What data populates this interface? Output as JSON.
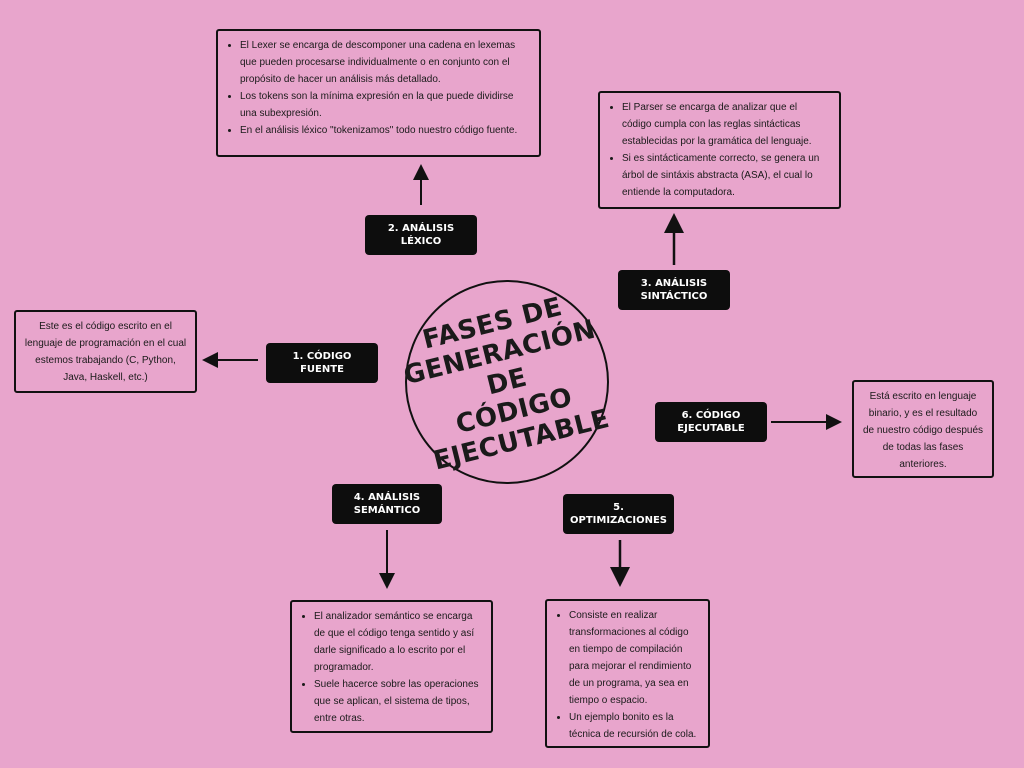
{
  "center": {
    "title": "FASES DE\nGENERACIÓN DE\nCÓDIGO\nEJECUTABLE"
  },
  "phases": {
    "codigo_fuente": {
      "label": "1. CÓDIGO  FUENTE",
      "text": "Este es el código escrito en el lenguaje de programación  en el cual estemos trabajando (C, Python, Java, Haskell, etc.)"
    },
    "analisis_lexico": {
      "label": "2. ANÁLISIS LÉXICO",
      "bullets": [
        "El Lexer se encarga de descomponer una cadena en lexemas que pueden procesarse individualmente o en conjunto con el propósito de hacer un análisis más detallado.",
        "Los tokens son la mínima expresión en la que puede  dividirse una subexpresión.",
        "En el análisis léxico \"tokenizamos\" todo nuestro código fuente."
      ]
    },
    "analisis_sintactico": {
      "label": "3. ANÁLISIS\nSINTÁCTICO",
      "bullets": [
        "El Parser se encarga de analizar que el código cumpla con las reglas sintácticas establecidas por la gramática del lenguaje.",
        "Si es sintácticamente correcto, se genera un árbol de sintáxis abstracta (ASA),  el cual lo entiende la computadora."
      ]
    },
    "analisis_semantico": {
      "label": "4. ANÁLISIS\nSEMÁNTICO",
      "bullets": [
        "El analizador semántico se encarga de que el código tenga sentido y así darle significado a lo escrito por el programador.",
        "Suele hacerce sobre las operaciones que se aplican, el sistema de tipos, entre otras."
      ]
    },
    "optimizaciones": {
      "label": "5. OPTIMIZACIONES",
      "bullets": [
        "Consiste en realizar transformaciones al código en tiempo de compilación para mejorar el rendimiento de un programa, ya sea en tiempo o espacio.",
        "Un ejemplo bonito es la técnica de recursión de cola."
      ]
    },
    "codigo_ejecutable": {
      "label": "6. CÓDIGO\nEJECUTABLE",
      "text": "Está escrito en lenguaje binario, y es el resultado de nuestro código después de todas las fases anteriores."
    }
  },
  "colors": {
    "background": "#e8a5cc",
    "label_bg": "#0d0d0d",
    "label_text": "#ffffff",
    "stroke": "#111111"
  }
}
